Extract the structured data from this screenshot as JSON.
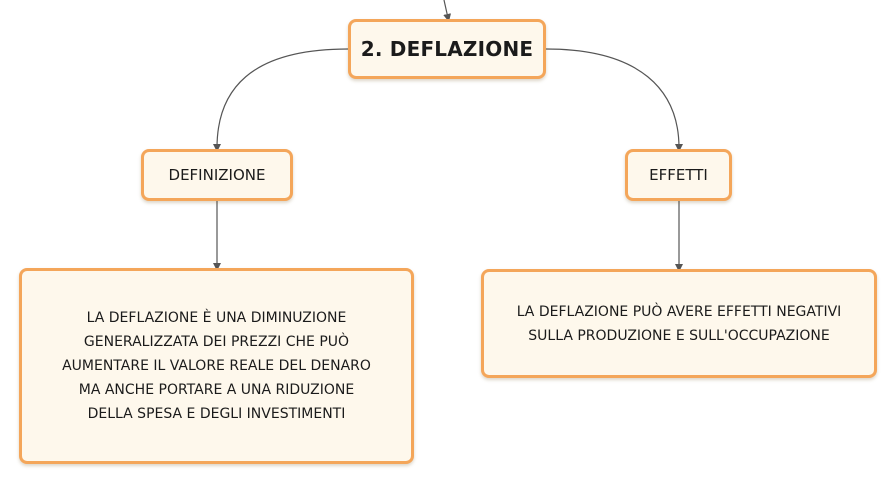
{
  "diagram": {
    "title": "2. DEFLAZIONE",
    "branches": [
      {
        "label": "DEFINIZIONE",
        "content": "LA DEFLAZIONE È UNA DIMINUZIONE\nGENERALIZZATA DEI PREZZI CHE PUÒ\nAUMENTARE IL VALORE REALE DEL DENARO\nMA ANCHE PORTARE A UNA RIDUZIONE\nDELLA SPESA E DEGLI INVESTIMENTI"
      },
      {
        "label": "EFFETTI",
        "content": "LA DEFLAZIONE PUÒ AVERE EFFETTI NEGATIVI\nSULLA PRODUZIONE E SULL'OCCUPAZIONE"
      }
    ],
    "colors": {
      "node_border": "#f4a65a",
      "node_fill": "#fef8ec",
      "connector": "#555555",
      "text": "#1b1b1b"
    }
  }
}
